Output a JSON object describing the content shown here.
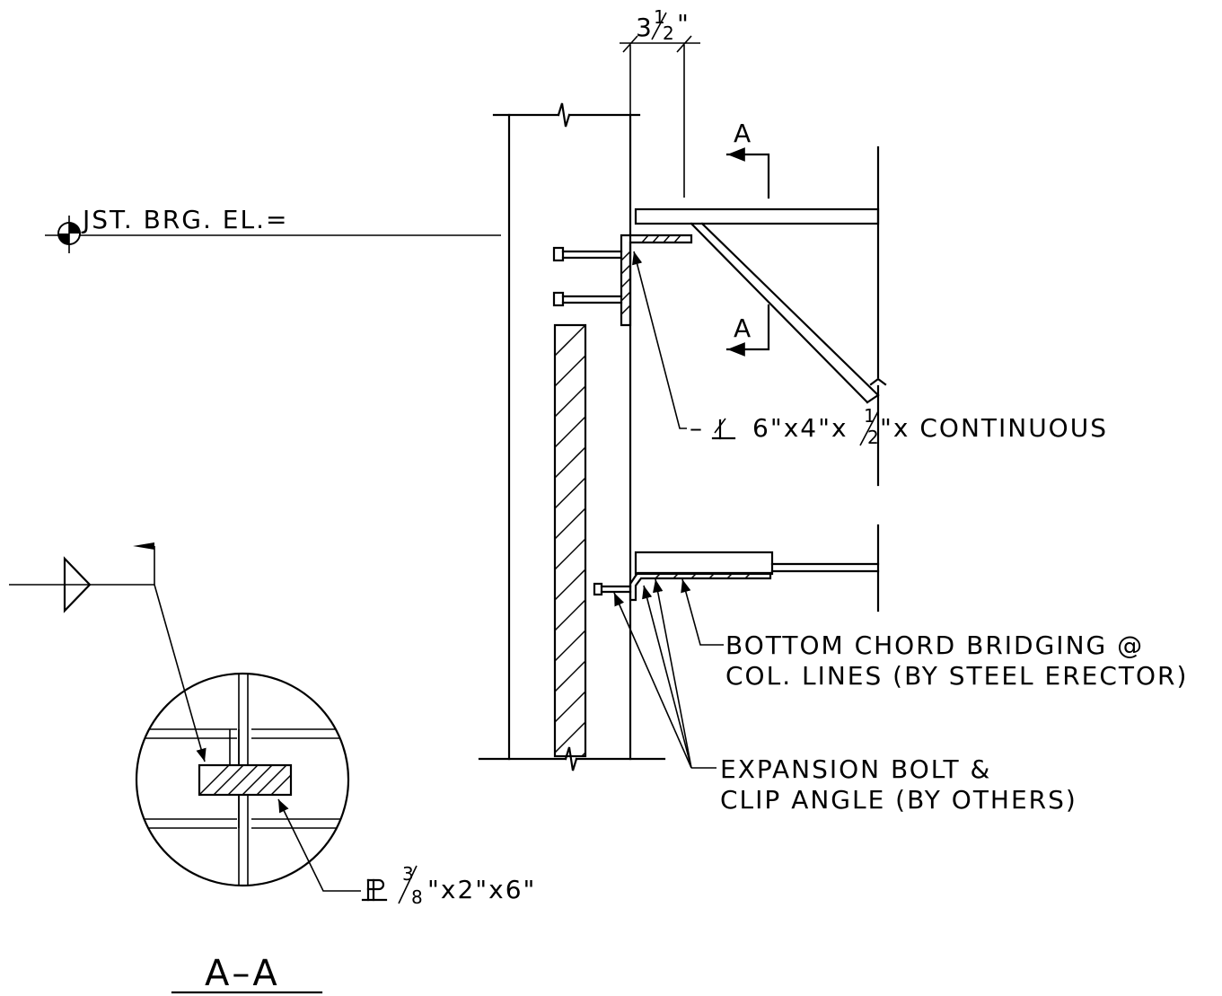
{
  "labels": {
    "dim_whole": "3",
    "dim_num": "1",
    "dim_den": "2",
    "dim_inch": "\"",
    "section_top": "A",
    "section_bottom": "A",
    "bearing_elevation": "JST. BRG. EL.=",
    "angle_prefix": "–",
    "angle_spec_a": "6\"x4\"x",
    "angle_num": "1",
    "angle_den": "2",
    "angle_spec_b": "\"x CONTINUOUS",
    "bridging_line1": "BOTTOM CHORD BRIDGING @",
    "bridging_line2": "COL. LINES (BY STEEL ERECTOR)",
    "bolt_line1": "EXPANSION BOLT &",
    "bolt_line2": "CLIP ANGLE (BY OTHERS)",
    "plate_prefix": "PL",
    "plate_num": "3",
    "plate_den": "8",
    "plate_spec": "\"x2\"x6\"",
    "section_title": "A–A"
  }
}
